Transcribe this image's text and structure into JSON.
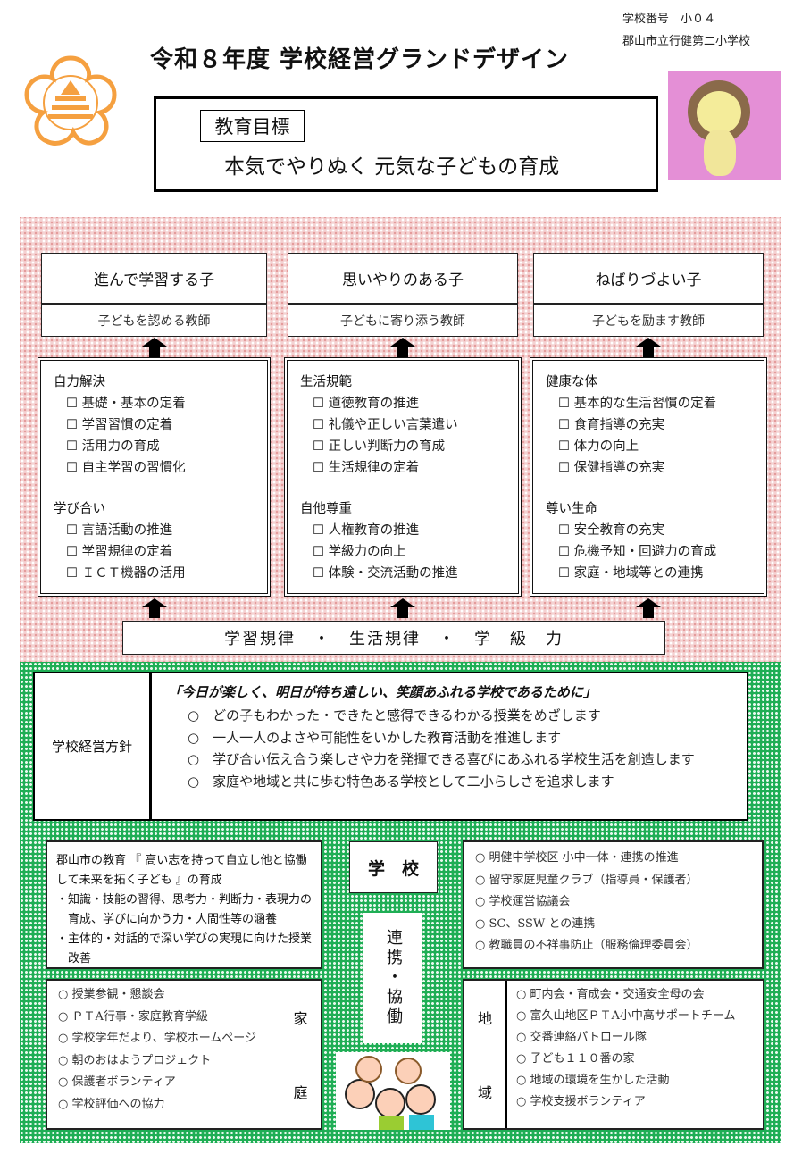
{
  "header": {
    "title": "令和８年度 学校経営グランドデザイン",
    "school_number": "学校番号　小０４",
    "school_name": "郡山市立行健第二小学校"
  },
  "goal": {
    "label": "教育目標",
    "text": "本気でやりぬく 元気な子どもの育成"
  },
  "columns": [
    {
      "title": "進んで学習する子",
      "teacher": "子どもを認める教師",
      "groups": [
        {
          "heading": "自力解決",
          "items": [
            "☐ 基礎・基本の定着",
            "☐ 学習習慣の定着",
            "☐ 活用力の育成",
            "☐ 自主学習の習慣化"
          ]
        },
        {
          "heading": "学び合い",
          "items": [
            "☐ 言語活動の推進",
            "☐ 学習規律の定着",
            "☐ ＩＣＴ機器の活用"
          ]
        }
      ]
    },
    {
      "title": "思いやりのある子",
      "teacher": "子どもに寄り添う教師",
      "groups": [
        {
          "heading": "生活規範",
          "items": [
            "☐ 道徳教育の推進",
            "☐ 礼儀や正しい言葉遣い",
            "☐ 正しい判断力の育成",
            "☐ 生活規律の定着"
          ]
        },
        {
          "heading": "自他尊重",
          "items": [
            "☐ 人権教育の推進",
            "☐ 学級力の向上",
            "☐ 体験・交流活動の推進"
          ]
        }
      ]
    },
    {
      "title": "ねばりづよい子",
      "teacher": "子どもを励ます教師",
      "groups": [
        {
          "heading": "健康な体",
          "items": [
            "☐ 基本的な生活習慣の定着",
            "☐ 食育指導の充実",
            "☐ 体力の向上",
            "☐ 保健指導の充実"
          ]
        },
        {
          "heading": "尊い生命",
          "items": [
            "☐ 安全教育の充実",
            "☐ 危機予知・回避力の育成",
            "☐ 家庭・地域等との連携"
          ]
        }
      ]
    }
  ],
  "foundation": "学習規律　・　生活規律　・　学　級　力",
  "policy": {
    "label": "学校経営方針",
    "slogan": "「今日が楽しく、明日が待ち遠しい、笑顔あふれる学校であるために」",
    "items": [
      "○　どの子もわかった・できたと感得できるわかる授業をめざします",
      "○　一人一人のよさや可能性をいかした教育活動を推進します",
      "○　学び合い伝え合う楽しさや力を発揮できる喜びにあふれる学校生活を創造します",
      "○　家庭や地域と共に歩む特色ある学校として二小らしさを追求します"
    ]
  },
  "city": {
    "lines": [
      "郡山市の教育 『 高い志を持って自立し他と協働して未来を拓く子ども 』の育成",
      "・知識・技能の習得、思考力・判断力・表現力の育成、学びに向かう力・人間性等の涵養",
      "・主体的・対話的で深い学びの実現に向けた授業改善"
    ]
  },
  "school": {
    "label": "学　校",
    "items": [
      "○ 明健中学校区 小中一体・連携の推進",
      "○ 留守家庭児童クラブ（指導員・保護者）",
      "○ 学校運営協議会",
      "○ SC、SSW との連携",
      "○ 教職員の不祥事防止（服務倫理委員会）"
    ]
  },
  "collab": "連携・協働",
  "home": {
    "label1": "家",
    "label2": "庭",
    "items": [
      "○ 授業参観・懇談会",
      "○ ＰＴA行事・家庭教育学級",
      "○ 学校学年だより、学校ホームページ",
      "○ 朝のおはようプロジェクト",
      "○ 保護者ボランティア",
      "○ 学校評価への協力"
    ]
  },
  "region": {
    "label1": "地",
    "label2": "域",
    "items": [
      "○ 町内会・育成会・交通安全母の会",
      "○ 富久山地区ＰＴA小中高サポートチーム",
      "○ 交番連絡パトロール隊",
      "○ 子ども１１０番の家",
      "○ 地域の環境を生かした活動",
      "○ 学校支援ボランティア"
    ]
  },
  "colors": {
    "logo": "#f5a040",
    "pink": "#f4d2d2",
    "green": "#1fae55"
  }
}
